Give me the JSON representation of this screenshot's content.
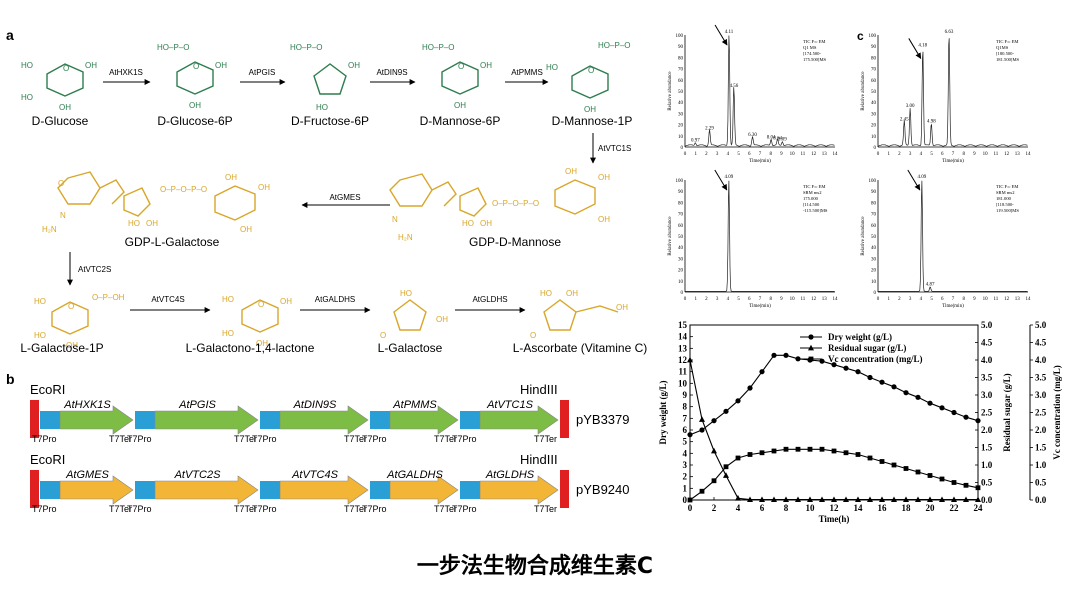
{
  "panel_labels": {
    "a": "a",
    "b": "b",
    "c": "c"
  },
  "pathway": {
    "row1": [
      "D-Glucose",
      "D-Glucose-6P",
      "D-Fructose-6P",
      "D-Mannose-6P",
      "D-Mannose-1P"
    ],
    "row1_enzymes": [
      "AtHXK1S",
      "AtPGIS",
      "AtDIN9S",
      "AtPMMS"
    ],
    "vtc1_label": "AtVTC1S",
    "row2": [
      "GDP-L-Galactose",
      "GDP-D-Mannose"
    ],
    "gmes_label": "AtGMES",
    "vtc2_label": "AtVTC2S",
    "row3": [
      "L-Galactose-1P",
      "L-Galactono-1,4-lactone",
      "L-Galactose",
      "L-Ascorbate (Vitamine C)"
    ],
    "row3_enzymes": [
      "AtVTC4S",
      "AtGALDHS",
      "AtGLDHS"
    ],
    "colors": {
      "green": "#2e7d4f",
      "gold": "#d9a62a"
    }
  },
  "constructs": {
    "c1": {
      "ecori": "EcoRI",
      "hindiii": "HindIII",
      "name": "pYB3379",
      "genes": [
        "AtHXK1S",
        "AtPGIS",
        "AtDIN9S",
        "AtPMMS",
        "AtVTC1S"
      ],
      "promoter": "T7Pro",
      "terminator": "T7Ter",
      "gene_color": "#7dbd45"
    },
    "c2": {
      "ecori": "EcoRI",
      "hindiii": "HindIII",
      "name": "pYB9240",
      "genes": [
        "AtGMES",
        "AtVTC2S",
        "AtVTC4S",
        "AtGALDHS",
        "AtGLDHS"
      ],
      "promoter": "T7Pro",
      "terminator": "T7Ter",
      "gene_color": "#f2b535"
    },
    "colors": {
      "site": "#e02020",
      "promoter": "#2a9fd6"
    }
  },
  "chromatograms": {
    "ylabel": "Relative abundance",
    "xlabel": "Time(min)",
    "xticks": [
      "0",
      "1",
      "2",
      "3",
      "4",
      "5",
      "6",
      "7",
      "8",
      "9",
      "10",
      "11",
      "12",
      "13",
      "14"
    ],
    "yticks": [
      "0",
      "10",
      "20",
      "30",
      "40",
      "50",
      "60",
      "70",
      "80",
      "90",
      "100"
    ],
    "tl": {
      "info": [
        "TIC F:c EM",
        "Q1 MS",
        "[174.500-",
        "175.500]MS"
      ],
      "peaks": [
        "0.97",
        "2.29",
        "4.11",
        "4.56",
        "6.30",
        "8.04",
        "8.64",
        "9.09"
      ]
    },
    "bl": {
      "info": [
        "TIC F:c EM",
        "SRM ms2",
        "175.000",
        "[114.500",
        "-115.500]MS"
      ],
      "peaks": [
        "4.09"
      ]
    },
    "tr": {
      "info": [
        "TIC F:c EM",
        "Q1MS",
        "[180.500-",
        "181.500]MS"
      ],
      "peaks": [
        "2.45",
        "3.00",
        "4.18",
        "4.98",
        "6.63"
      ]
    },
    "br": {
      "info": [
        "TIC F:c EM",
        "SRM ms2",
        "181.000",
        "[118.500-",
        "119.500]MS"
      ],
      "peaks": [
        "4.09",
        "4.87"
      ]
    }
  },
  "chart_data": {
    "type": "line",
    "xlabel": "Time(h)",
    "ylabel": "Dry weight (g/L)",
    "y2label": "Residual sugar (g/L)",
    "y3label": "Vc concentration (mg/L)",
    "xlim": [
      0,
      24
    ],
    "ylim": [
      0,
      15
    ],
    "y2lim": [
      0,
      5
    ],
    "y3lim": [
      0,
      5
    ],
    "xticks": [
      "0",
      "2",
      "4",
      "6",
      "8",
      "10",
      "12",
      "14",
      "16",
      "18",
      "20",
      "22",
      "24"
    ],
    "yticks": [
      "0",
      "1",
      "2",
      "3",
      "4",
      "5",
      "6",
      "7",
      "8",
      "9",
      "10",
      "11",
      "12",
      "13",
      "14",
      "15"
    ],
    "y2ticks": [
      "0.0",
      "0.5",
      "1.0",
      "1.5",
      "2.0",
      "2.5",
      "3.0",
      "3.5",
      "4.0",
      "4.5",
      "5.0"
    ],
    "y3ticks": [
      "0.0",
      "0.5",
      "1.0",
      "1.5",
      "2.0",
      "2.5",
      "3.0",
      "3.5",
      "4.0",
      "4.5",
      "5.0"
    ],
    "series": [
      {
        "name": "Dry weight (g/L)",
        "axis": "y",
        "marker": "circle",
        "x": [
          0,
          1,
          2,
          3,
          4,
          5,
          6,
          7,
          8,
          9,
          10,
          11,
          12,
          13,
          14,
          15,
          16,
          17,
          18,
          19,
          20,
          21,
          22,
          23,
          24
        ],
        "y": [
          5.6,
          6.0,
          6.8,
          7.6,
          8.5,
          9.6,
          11.0,
          12.4,
          12.4,
          12.1,
          12.0,
          11.9,
          11.6,
          11.3,
          11.0,
          10.5,
          10.1,
          9.7,
          9.2,
          8.8,
          8.3,
          7.9,
          7.5,
          7.1,
          6.8
        ]
      },
      {
        "name": "Residual sugar (g/L)",
        "axis": "y2",
        "marker": "triangle",
        "x": [
          0,
          1,
          2,
          3,
          4,
          5,
          6,
          7,
          8,
          9,
          10,
          11,
          12,
          13,
          14,
          15,
          16,
          17,
          18,
          19,
          20,
          21,
          22,
          23,
          24
        ],
        "y": [
          4.0,
          2.3,
          1.4,
          0.7,
          0.05,
          0.01,
          0.01,
          0.01,
          0.01,
          0.01,
          0.01,
          0.01,
          0.01,
          0.01,
          0.01,
          0.01,
          0.01,
          0.01,
          0.01,
          0.01,
          0.01,
          0.01,
          0.01,
          0.01,
          0.01
        ]
      },
      {
        "name": "Vc concentration (mg/L)",
        "axis": "y3",
        "marker": "square",
        "x": [
          0,
          1,
          2,
          3,
          4,
          5,
          6,
          7,
          8,
          9,
          10,
          11,
          12,
          13,
          14,
          15,
          16,
          17,
          18,
          19,
          20,
          21,
          22,
          23,
          24
        ],
        "y": [
          0.0,
          0.25,
          0.55,
          0.95,
          1.2,
          1.3,
          1.35,
          1.4,
          1.45,
          1.45,
          1.45,
          1.45,
          1.4,
          1.35,
          1.3,
          1.2,
          1.1,
          1.0,
          0.9,
          0.8,
          0.7,
          0.6,
          0.5,
          0.42,
          0.35
        ]
      }
    ]
  },
  "footer_title": "一步法生物合成维生素C"
}
